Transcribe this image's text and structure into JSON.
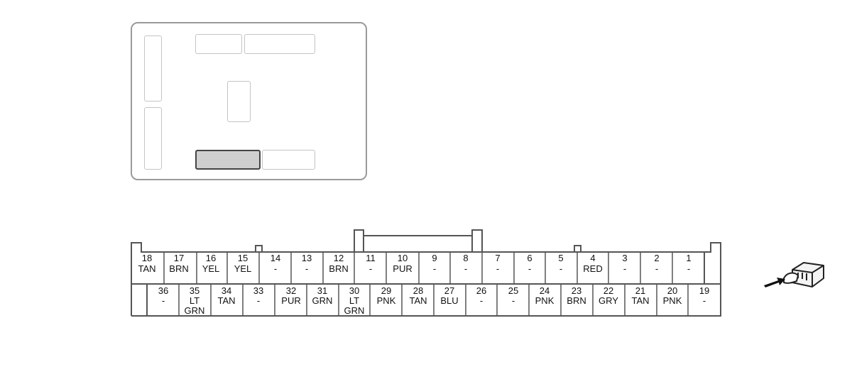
{
  "diagram": {
    "connector": {
      "rows": [
        [
          {
            "num": "18",
            "color": [
              "TAN"
            ]
          },
          {
            "num": "17",
            "color": [
              "BRN"
            ]
          },
          {
            "num": "16",
            "color": [
              "YEL"
            ]
          },
          {
            "num": "15",
            "color": [
              "YEL"
            ]
          },
          {
            "num": "14",
            "color": [
              "-"
            ]
          },
          {
            "num": "13",
            "color": [
              "-"
            ]
          },
          {
            "num": "12",
            "color": [
              "BRN"
            ]
          },
          {
            "num": "11",
            "color": [
              "-"
            ]
          },
          {
            "num": "10",
            "color": [
              "PUR"
            ]
          },
          {
            "num": "9",
            "color": [
              "-"
            ]
          },
          {
            "num": "8",
            "color": [
              "-"
            ]
          },
          {
            "num": "7",
            "color": [
              "-"
            ]
          },
          {
            "num": "6",
            "color": [
              "-"
            ]
          },
          {
            "num": "5",
            "color": [
              "-"
            ]
          },
          {
            "num": "4",
            "color": [
              "RED"
            ]
          },
          {
            "num": "3",
            "color": [
              "-"
            ]
          },
          {
            "num": "2",
            "color": [
              "-"
            ]
          },
          {
            "num": "1",
            "color": [
              "-"
            ]
          }
        ],
        [
          {
            "num": "36",
            "color": [
              "-"
            ]
          },
          {
            "num": "35",
            "color": [
              "LT",
              "GRN"
            ]
          },
          {
            "num": "34",
            "color": [
              "TAN"
            ]
          },
          {
            "num": "33",
            "color": [
              "-"
            ]
          },
          {
            "num": "32",
            "color": [
              "PUR"
            ]
          },
          {
            "num": "31",
            "color": [
              "GRN"
            ]
          },
          {
            "num": "30",
            "color": [
              "LT",
              "GRN"
            ]
          },
          {
            "num": "29",
            "color": [
              "PNK"
            ]
          },
          {
            "num": "28",
            "color": [
              "TAN"
            ]
          },
          {
            "num": "27",
            "color": [
              "BLU"
            ]
          },
          {
            "num": "26",
            "color": [
              "-"
            ]
          },
          {
            "num": "25",
            "color": [
              "-"
            ]
          },
          {
            "num": "24",
            "color": [
              "PNK"
            ]
          },
          {
            "num": "23",
            "color": [
              "BRN"
            ]
          },
          {
            "num": "22",
            "color": [
              "GRY"
            ]
          },
          {
            "num": "21",
            "color": [
              "TAN"
            ]
          },
          {
            "num": "20",
            "color": [
              "PNK"
            ]
          },
          {
            "num": "19",
            "color": [
              "-"
            ]
          }
        ]
      ]
    },
    "colors": {
      "line": "#555555",
      "module_border": "#9a9a9a",
      "slot_border": "#c4c4c4",
      "active_slot_fill": "#cfcfcf"
    }
  }
}
